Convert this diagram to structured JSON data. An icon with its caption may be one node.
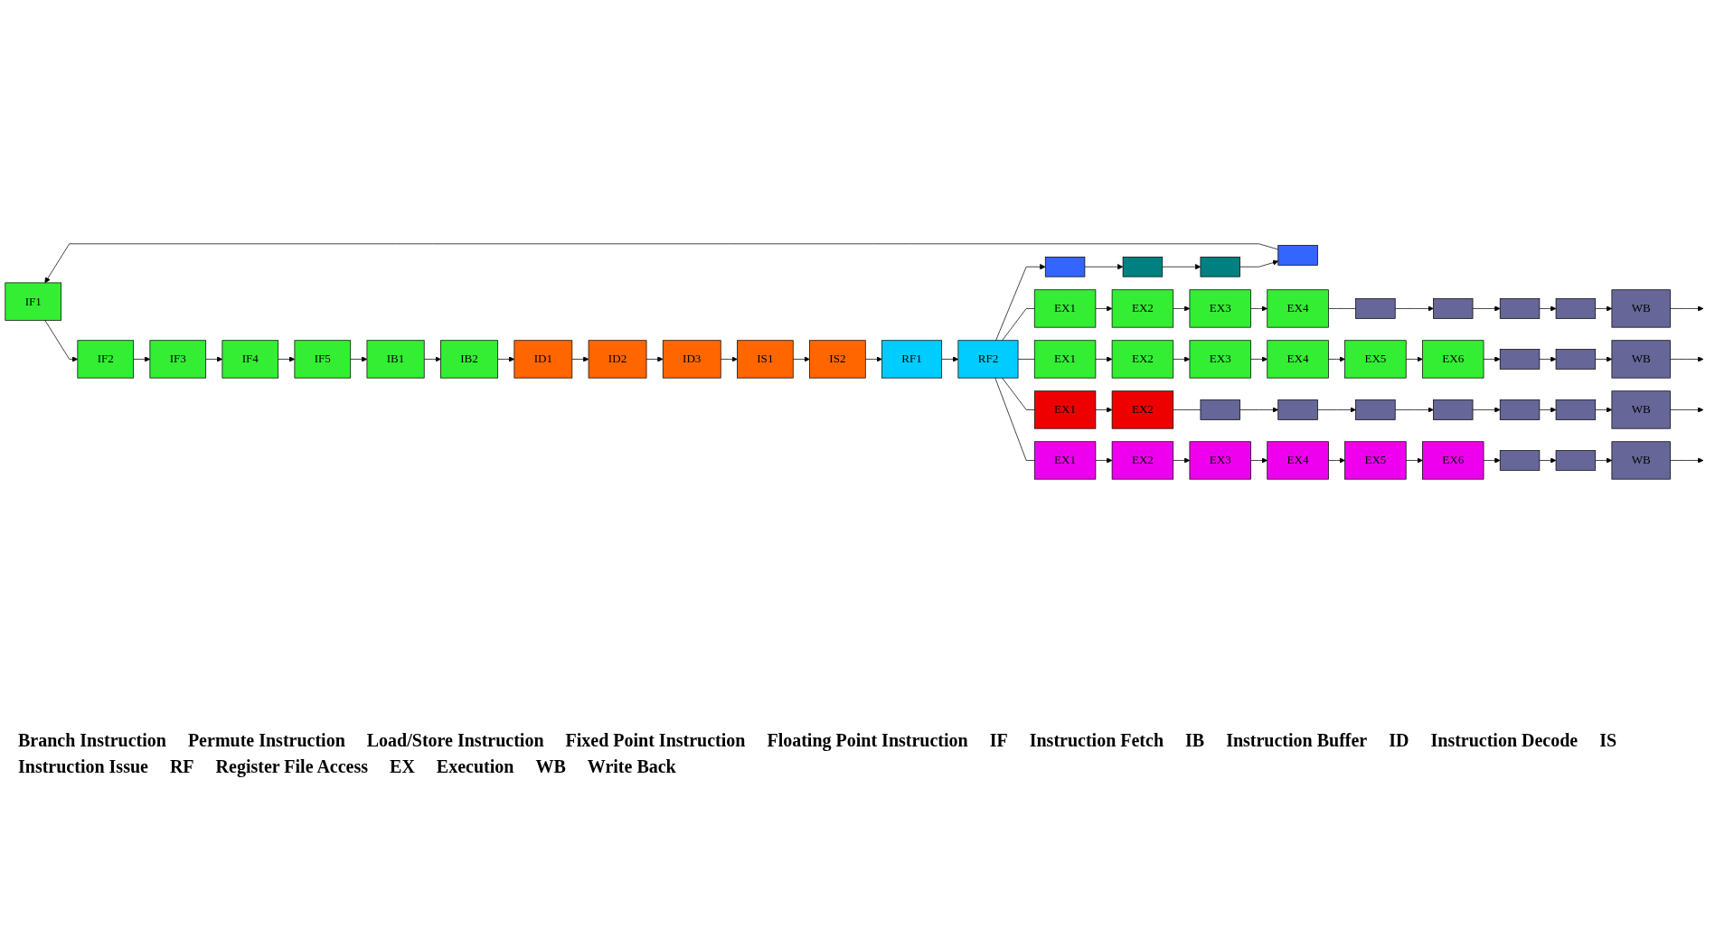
{
  "diagram": {
    "nodes": [
      {
        "text": [
          "IF1"
        ]
      },
      {
        "text": [
          "IF2"
        ]
      },
      {
        "text": [
          "IF3"
        ]
      },
      {
        "text": [
          "IF4"
        ]
      },
      {
        "text": [
          "IF5"
        ]
      },
      {
        "text": [
          "IB1"
        ]
      },
      {
        "text": [
          "IB2"
        ]
      },
      {
        "text": [
          "ID1"
        ]
      },
      {
        "text": [
          "ID2"
        ]
      },
      {
        "text": [
          "ID3"
        ]
      },
      {
        "text": [
          "IS1"
        ]
      },
      {
        "text": [
          "IS2"
        ]
      },
      {
        "text": [
          "RF1"
        ]
      },
      {
        "text": [
          "RF2"
        ]
      },
      {
        "text": [],
        "shape": "box"
      },
      {
        "text": [],
        "shape": "box"
      },
      {
        "text": [],
        "shape": "box"
      },
      {
        "text": [],
        "shape": "box"
      },
      {
        "text": [
          "EX1"
        ]
      },
      {
        "text": [
          "EX2"
        ]
      },
      {
        "text": [
          "EX3"
        ]
      },
      {
        "text": [
          "EX4"
        ]
      },
      {
        "text": [],
        "shape": "box"
      },
      {
        "text": [],
        "shape": "box"
      },
      {
        "text": [],
        "shape": "box"
      },
      {
        "text": [],
        "shape": "box"
      },
      {
        "text": [
          "WB"
        ]
      },
      {
        "text": [
          "EX1"
        ]
      },
      {
        "text": [
          "EX2"
        ]
      },
      {
        "text": [
          "EX3"
        ]
      },
      {
        "text": [
          "EX4"
        ]
      },
      {
        "text": [
          "EX5"
        ]
      },
      {
        "text": [
          "EX6"
        ]
      },
      {
        "text": [],
        "shape": "box"
      },
      {
        "text": [],
        "shape": "box"
      },
      {
        "text": [
          "WB"
        ]
      },
      {
        "text": [
          "EX1"
        ]
      },
      {
        "text": [
          "EX2"
        ]
      },
      {
        "text": [],
        "shape": "box"
      },
      {
        "text": [],
        "shape": "box"
      },
      {
        "text": [],
        "shape": "box"
      },
      {
        "text": [],
        "shape": "box"
      },
      {
        "text": [],
        "shape": "box"
      },
      {
        "text": [],
        "shape": "box"
      },
      {
        "text": [
          "WB"
        ]
      },
      {
        "text": [
          "EX1"
        ]
      },
      {
        "text": [
          "EX2"
        ]
      },
      {
        "text": [
          "EX3"
        ]
      },
      {
        "text": [
          "EX4"
        ]
      },
      {
        "text": [
          "EX5"
        ]
      },
      {
        "text": [
          "EX6"
        ]
      },
      {
        "text": [],
        "shape": "box"
      },
      {
        "text": [],
        "shape": "box"
      },
      {
        "text": [
          "WB"
        ]
      }
    ],
    "edges": [
      {
        "from": 0,
        "to": 1,
        "arrow": "to"
      },
      {
        "from": 1,
        "to": 2,
        "arrow": "to"
      },
      {
        "from": 2,
        "to": 3,
        "arrow": "to"
      },
      {
        "from": 3,
        "to": 4,
        "arrow": "to"
      },
      {
        "from": 4,
        "to": 5,
        "arrow": "to"
      },
      {
        "from": 5,
        "to": 6,
        "arrow": "to"
      },
      {
        "from": 6,
        "to": 7,
        "arrow": "to"
      },
      {
        "from": 7,
        "to": 8,
        "arrow": "to"
      },
      {
        "from": 8,
        "to": 9,
        "arrow": "to"
      },
      {
        "from": 9,
        "to": 10,
        "arrow": "to"
      },
      {
        "from": 10,
        "to": 11,
        "arrow": "to"
      },
      {
        "from": 11,
        "to": 12,
        "arrow": "to"
      },
      {
        "from": 12,
        "to": 13,
        "arrow": "to"
      },
      {
        "from": 13,
        "to": 14,
        "arrow": "to"
      },
      {
        "from": 14,
        "to": 15,
        "arrow": "to"
      },
      {
        "from": 15,
        "to": 16,
        "arrow": "to"
      },
      {
        "from": 16,
        "to": 17,
        "arrow": "to"
      },
      {
        "from": 17,
        "to": 0,
        "arrow": "to"
      },
      {
        "from": 13,
        "to": 18,
        "arrow": "none"
      },
      {
        "from": 18,
        "to": 19,
        "arrow": "to"
      },
      {
        "from": 19,
        "to": 20,
        "arrow": "to"
      },
      {
        "from": 20,
        "to": 21,
        "arrow": "to"
      },
      {
        "from": 21,
        "to": 22,
        "arrow": "none"
      },
      {
        "from": 22,
        "to": 23,
        "arrow": "to"
      },
      {
        "from": 23,
        "to": 24,
        "arrow": "to"
      },
      {
        "from": 24,
        "to": 25,
        "arrow": "to"
      },
      {
        "from": 25,
        "to": 26,
        "arrow": "to"
      },
      {
        "from": 26,
        "to": null,
        "arrow": "to"
      },
      {
        "from": 13,
        "to": 27,
        "arrow": "none"
      },
      {
        "from": 27,
        "to": 28,
        "arrow": "to"
      },
      {
        "from": 28,
        "to": 29,
        "arrow": "to"
      },
      {
        "from": 29,
        "to": 30,
        "arrow": "to"
      },
      {
        "from": 30,
        "to": 31,
        "arrow": "to"
      },
      {
        "from": 31,
        "to": 32,
        "arrow": "to"
      },
      {
        "from": 32,
        "to": 33,
        "arrow": "to"
      },
      {
        "from": 33,
        "to": 34,
        "arrow": "to"
      },
      {
        "from": 34,
        "to": 35,
        "arrow": "to"
      },
      {
        "from": 35,
        "to": null,
        "arrow": "to"
      },
      {
        "from": 13,
        "to": 36,
        "arrow": "none"
      },
      {
        "from": 36,
        "to": 37,
        "arrow": "to"
      },
      {
        "from": 37,
        "to": 38,
        "arrow": "none"
      },
      {
        "from": 38,
        "to": 39,
        "arrow": "to"
      },
      {
        "from": 39,
        "to": 40,
        "arrow": "to"
      },
      {
        "from": 40,
        "to": 41,
        "arrow": "to"
      },
      {
        "from": 41,
        "to": 42,
        "arrow": "to"
      },
      {
        "from": 42,
        "to": 43,
        "arrow": "to"
      },
      {
        "from": 43,
        "to": 44,
        "arrow": "to"
      },
      {
        "from": 44,
        "to": null,
        "arrow": "to"
      },
      {
        "from": 13,
        "to": 45,
        "arrow": "none"
      },
      {
        "from": 45,
        "to": 46,
        "arrow": "to"
      },
      {
        "from": 46,
        "to": 47,
        "arrow": "to"
      },
      {
        "from": 47,
        "to": 48,
        "arrow": "to"
      },
      {
        "from": 48,
        "to": 49,
        "arrow": "to"
      },
      {
        "from": 49,
        "to": 50,
        "arrow": "to"
      },
      {
        "from": 50,
        "to": 51,
        "arrow": "to"
      },
      {
        "from": 51,
        "to": 52,
        "arrow": "to"
      },
      {
        "from": 52,
        "to": 53,
        "arrow": "to"
      },
      {
        "from": 53,
        "to": null,
        "arrow": "to"
      }
    ],
    "labels": [
      "Branch Instruction",
      "Permute Instruction",
      "Load/Store Instruction",
      "Fixed Point Instruction",
      "Floating Point Instruction",
      "IF",
      "Instruction Fetch",
      "IB",
      "Instruction Buffer",
      "ID",
      "Instruction Decode",
      "IS",
      "Instruction Issue",
      "RF",
      "Register File Access",
      "EX",
      "Execution",
      "WB",
      "Write Back"
    ]
  }
}
